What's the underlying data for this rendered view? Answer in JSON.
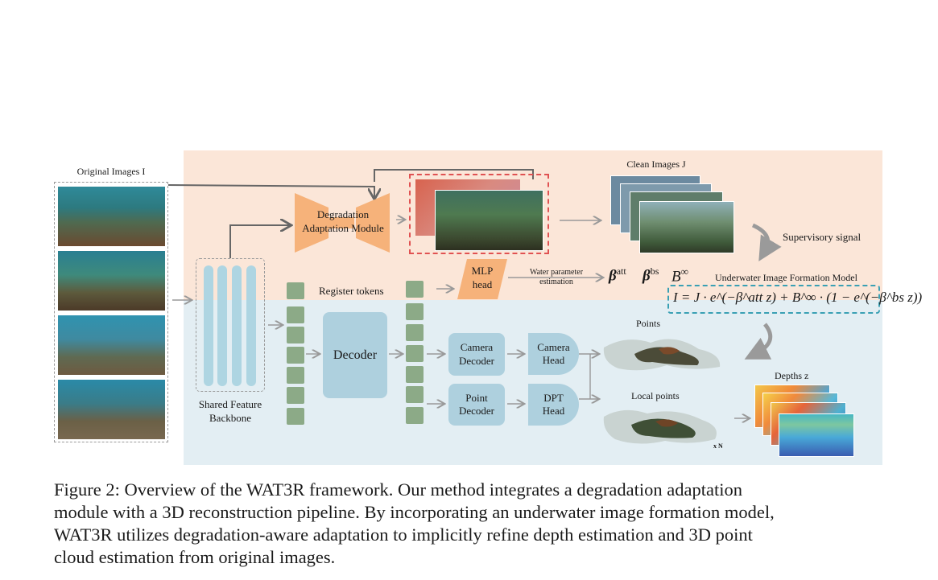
{
  "labels": {
    "original_images": "Original Images I",
    "clean_images": "Clean Images J",
    "supervisory_signal": "Supervisory signal",
    "degradation_module_line1": "Degradation",
    "degradation_module_line2": "Adaptation Module",
    "mlp_head_line1": "MLP",
    "mlp_head_line2": "head",
    "water_param_line1": "Water parameter",
    "water_param_line2": "estimation",
    "beta_att": "β",
    "beta_att_sup": "att",
    "beta_bs": "β",
    "beta_bs_sup": "bs",
    "b_inf": "B",
    "b_inf_sup": "∞",
    "formation_model": "Underwater Image Formation Model",
    "formula": "I = J · e^(−β^att z) + B^∞ · (1 − e^(−β^bs z))",
    "register_tokens": "Register tokens",
    "backbone_line1": "Shared Feature",
    "backbone_line2": "Backbone",
    "decoder": "Decoder",
    "camera_decoder_line1": "Camera",
    "camera_decoder_line2": "Decoder",
    "point_decoder_line1": "Point",
    "point_decoder_line2": "Decoder",
    "camera_head_line1": "Camera",
    "camera_head_line2": "Head",
    "dpt_head_line1": "DPT",
    "dpt_head_line2": "Head",
    "points": "Points",
    "local_points": "Local points",
    "xn": "x N",
    "depths": "Depths z"
  },
  "caption": {
    "line1": "Figure 2: Overview of the WAT3R framework. Our method integrates a degradation adaptation",
    "line2": "module with a 3D reconstruction pipeline. By incorporating an underwater image formation model,",
    "line3": "WAT3R utilizes degradation-aware adaptation to implicitly refine depth estimation and 3D point",
    "line4": "cloud estimation from original images."
  },
  "colors": {
    "top_region": "#fbe6d8",
    "bottom_region": "#e3eef3",
    "module_orange": "#f6b27a",
    "block_blue": "#aed0de",
    "token_green": "#8caa87",
    "red_dashed": "#e05252",
    "teal_dashed": "#3aa0b4"
  }
}
